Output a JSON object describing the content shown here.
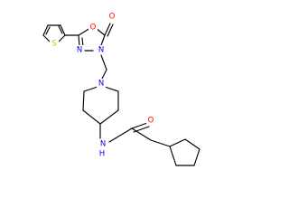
{
  "atoms": {
    "thiophene_s": "S",
    "oxadiazole_o": "O",
    "carbonyl_o_top": "O",
    "oxadiazole_n3": "N",
    "oxadiazole_n4": "N",
    "piperidine_n": "N",
    "amide_n": "N",
    "amide_h": "H",
    "amide_o": "O"
  },
  "colors": {
    "sulfur": "#cccc00",
    "oxygen": "#ff0000",
    "nitrogen": "#0000ff",
    "bond": "#000000",
    "background": "#ffffff"
  }
}
